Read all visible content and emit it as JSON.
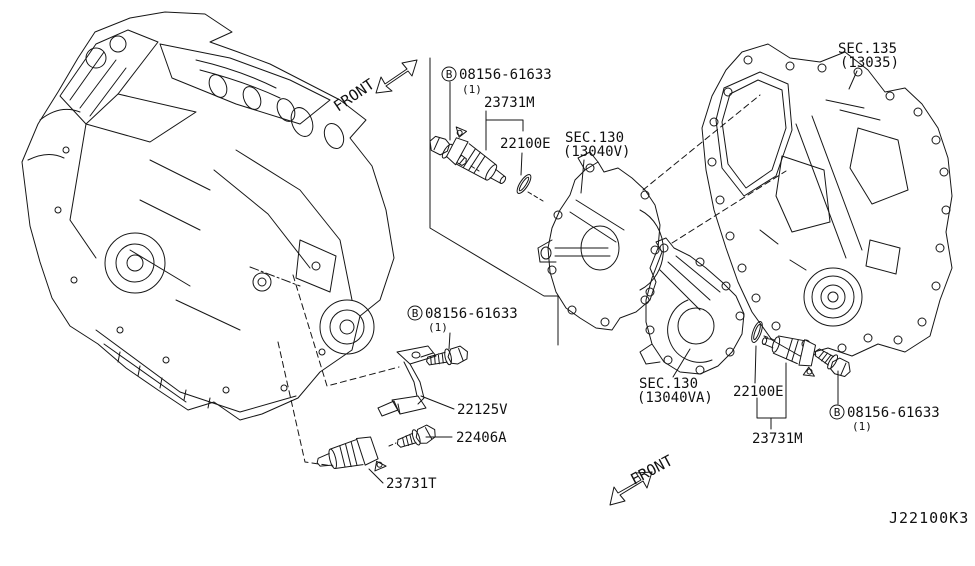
{
  "diagram": {
    "code": "J22100K3",
    "front_top": "FRONT",
    "front_bottom": "FRONT",
    "bolt_callout": {
      "prefix": "B",
      "number": "08156-61633",
      "qty": "(1)"
    },
    "parts": {
      "camshaft_sensor_top": "23731M",
      "oring_top": "22100E",
      "sec130_top": "SEC.130",
      "sec130_top_ref": "(13040V)",
      "sec135": "SEC.135",
      "sec135_ref": "(13035)",
      "harness_bracket": "22125V",
      "sensor_bolt": "22406A",
      "crank_sensor": "23731T",
      "sec130_bottom": "SEC.130",
      "sec130_bottom_ref": "(13040VA)",
      "oring_bottom": "22100E",
      "camshaft_sensor_bottom": "23731M"
    }
  }
}
